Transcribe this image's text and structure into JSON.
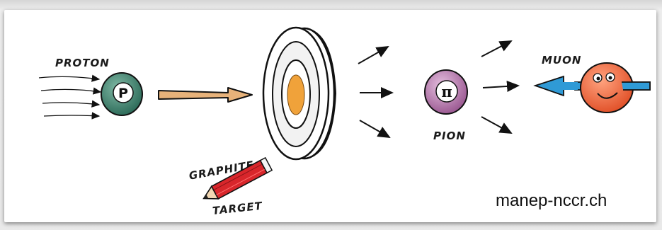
{
  "labels": {
    "proton": "PROTON",
    "proton_symbol": "P",
    "graphite": "GRAPHITE",
    "target": "TARGET",
    "pion": "PION",
    "pion_symbol": "π",
    "muon": "MUON"
  },
  "credit": "manep-nccr.ch",
  "colors": {
    "proton_ball": "#3f7f6c",
    "target_core": "#f0a23a",
    "pion_ball": "#b87bb0",
    "muon_ball": "#ef6a3c",
    "muon_arrow": "#2f9ad6",
    "pencil": "#d8262b",
    "beam_arrow": "#e7b27a"
  },
  "icons": [
    "proton-ball-icon",
    "pencil-icon",
    "graphite-target-icon",
    "pion-ball-icon",
    "muon-ball-icon"
  ]
}
